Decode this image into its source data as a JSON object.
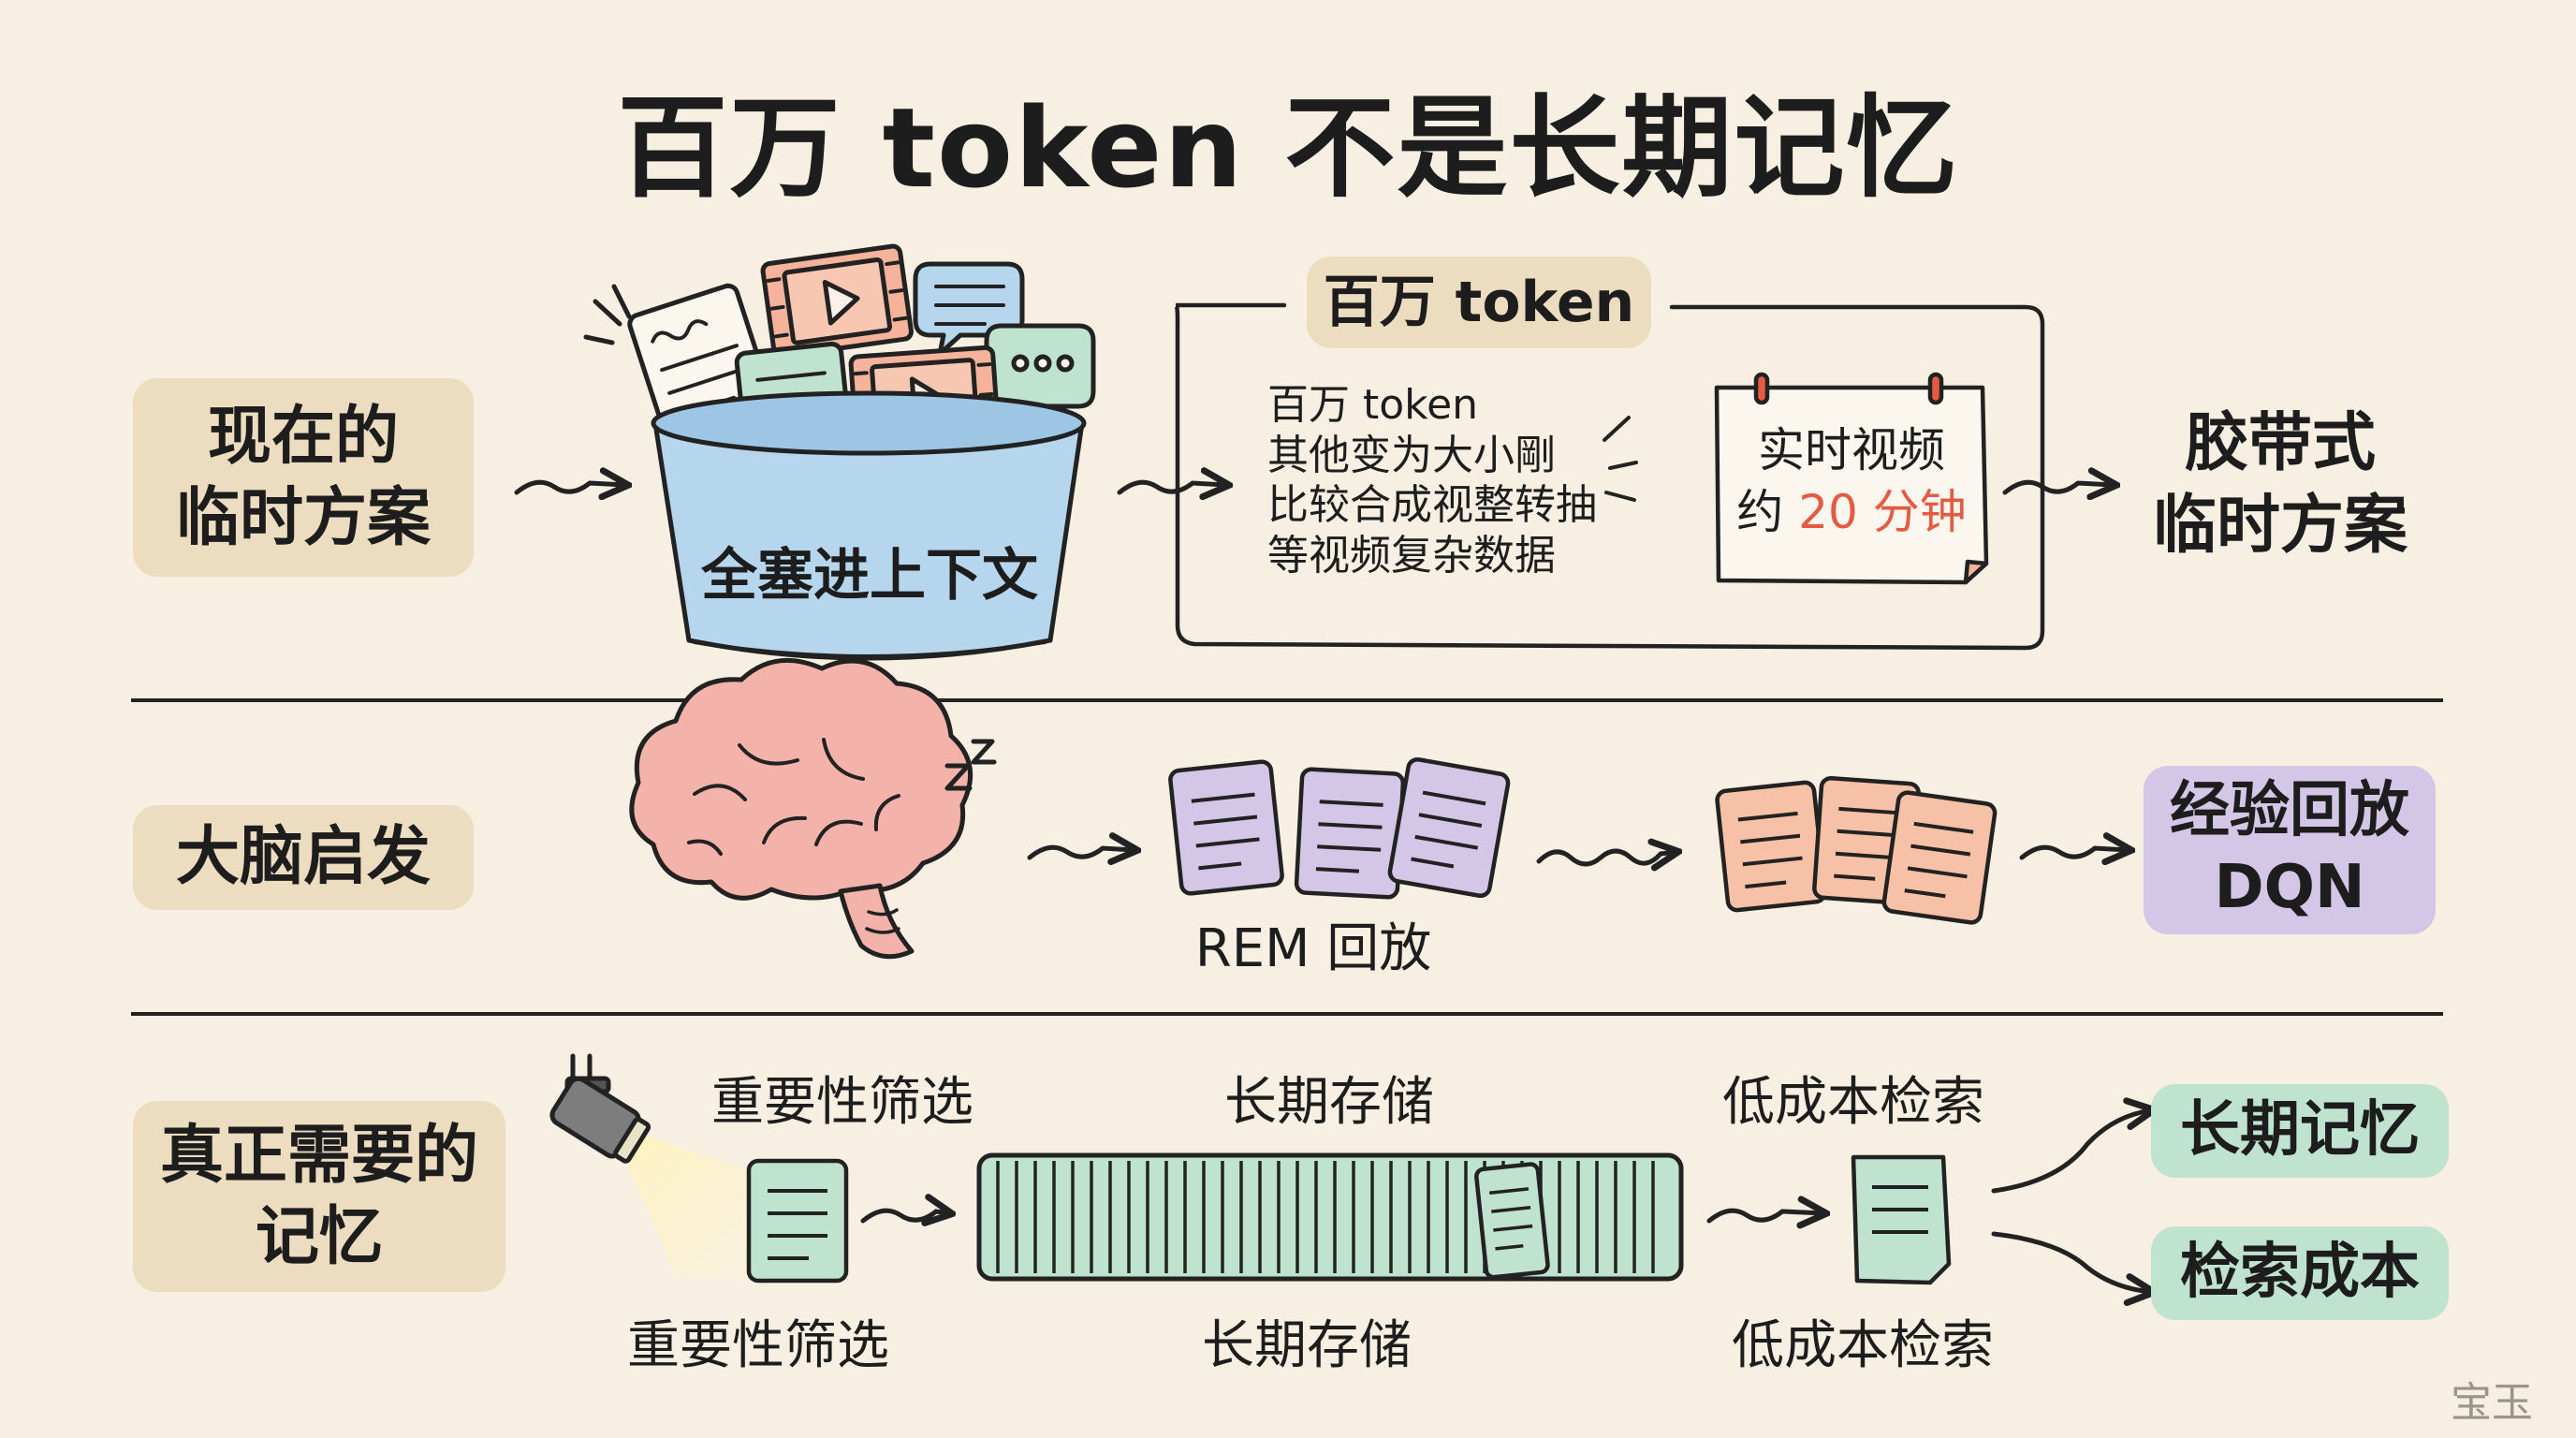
{
  "title": "百万 token 不是长期记忆",
  "row1": {
    "tag": "现在的\n临时方案",
    "bucket_label": "全塞进上下文",
    "box_title": "百万 token",
    "box_text": "百万 token\n其他变为大小剛\n比较合成视整转抽\n等视频复杂数据",
    "note_line1": "实时视频",
    "note_prefix": "约 ",
    "note_highlight": "20 分钟",
    "result": "胶带式\n临时方案"
  },
  "row2": {
    "tag": "大脑启发",
    "rem_label": "REM 回放",
    "result": "经验回放\nDQN"
  },
  "row3": {
    "tag": "真正需要的\n记忆",
    "filter_top": "重要性筛选",
    "filter_bottom": "重要性筛选",
    "storage_top": "长期存储",
    "storage_bottom": "长期存储",
    "retrieval_top": "低成本检索",
    "retrieval_bottom": "低成本检索",
    "result_1": "长期记忆",
    "result_2": "检索成本"
  },
  "watermark": "宝玉",
  "colors": {
    "background": "#f6efe2",
    "tag_tan": "#ecdcc0",
    "mint": "#bfe3cf",
    "lavender": "#d3c6e6",
    "bucket_blue": "#b5d6ec",
    "peach": "#f6c1a6",
    "accent_red": "#e45b42"
  }
}
